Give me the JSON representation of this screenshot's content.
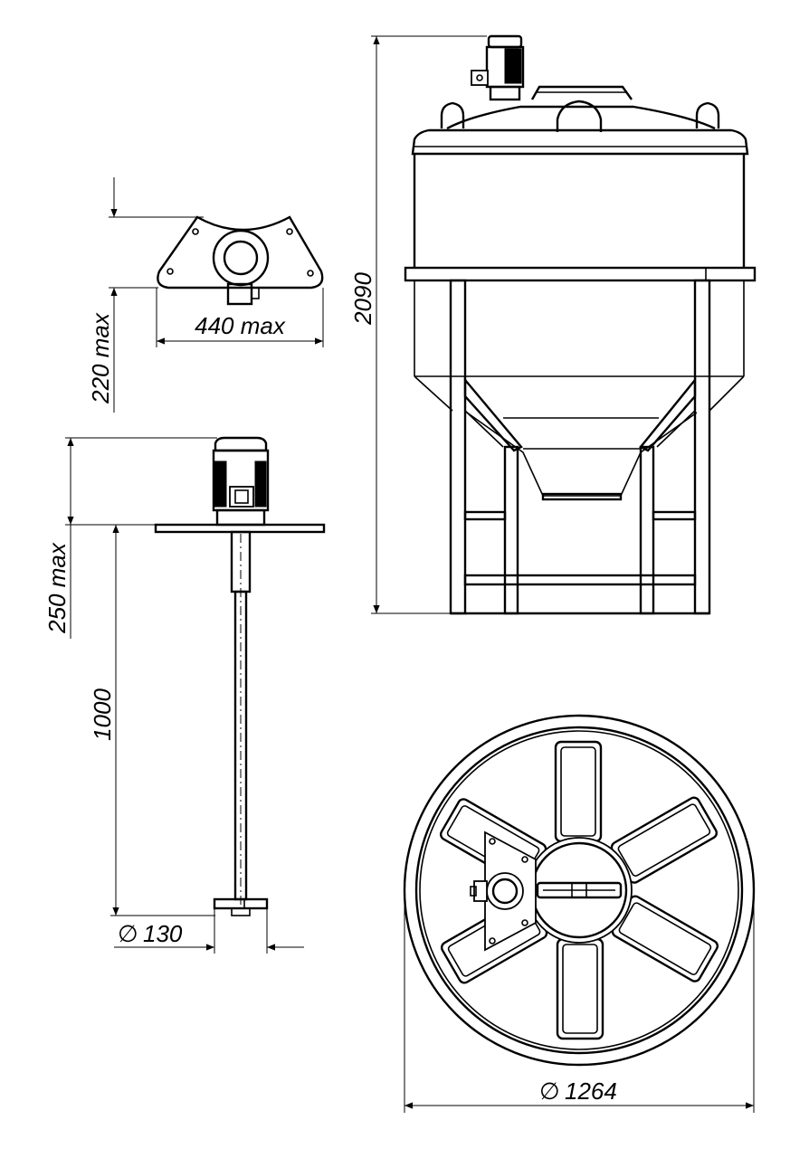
{
  "dimensions": {
    "bracket_width": "440 max",
    "bracket_height": "220 max",
    "motor_height": "250 max",
    "shaft_length": "1000",
    "impeller_diameter": "130",
    "tank_height": "2090",
    "tank_diameter": "1264",
    "diameter_symbol": "∅"
  }
}
